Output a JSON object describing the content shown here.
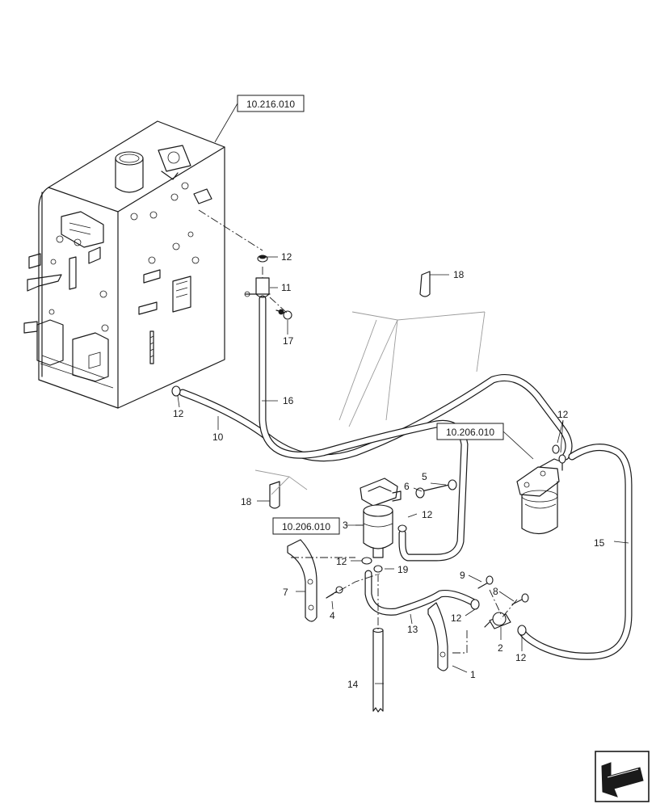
{
  "references": {
    "tank": "10.216.010",
    "filter_right": "10.206.010",
    "filter_left": "10.206.010"
  },
  "callouts": {
    "c1": "1",
    "c2": "2",
    "c3": "3",
    "c4": "4",
    "c5": "5",
    "c6": "6",
    "c7": "7",
    "c8": "8",
    "c9": "9",
    "c10": "10",
    "c11": "11",
    "c12a": "12",
    "c12b": "12",
    "c12c": "12",
    "c12d": "12",
    "c12e": "12",
    "c12f": "12",
    "c12g": "12",
    "c13": "13",
    "c14": "14",
    "c15": "15",
    "c16": "16",
    "c17": "17",
    "c18a": "18",
    "c18b": "18",
    "c19": "19"
  },
  "nav_icon": "arrow-next-page-icon"
}
